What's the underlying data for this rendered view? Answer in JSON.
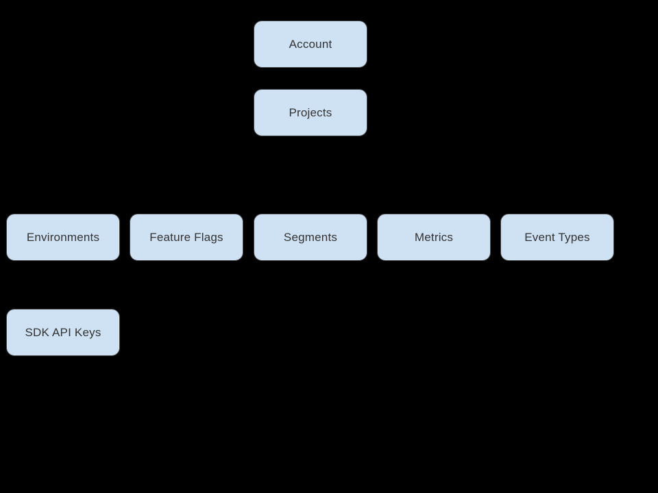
{
  "colors": {
    "background": "#000000",
    "node_fill": "#cfe2f3",
    "node_border": "#474747",
    "node_text": "#333333"
  },
  "nodes": [
    {
      "id": "account",
      "label": "Account"
    },
    {
      "id": "projects",
      "label": "Projects"
    },
    {
      "id": "environments",
      "label": "Environments"
    },
    {
      "id": "feature-flags",
      "label": "Feature Flags"
    },
    {
      "id": "segments",
      "label": "Segments"
    },
    {
      "id": "metrics",
      "label": "Metrics"
    },
    {
      "id": "event-types",
      "label": "Event Types"
    },
    {
      "id": "sdk-api-keys",
      "label": "SDK API Keys"
    }
  ]
}
